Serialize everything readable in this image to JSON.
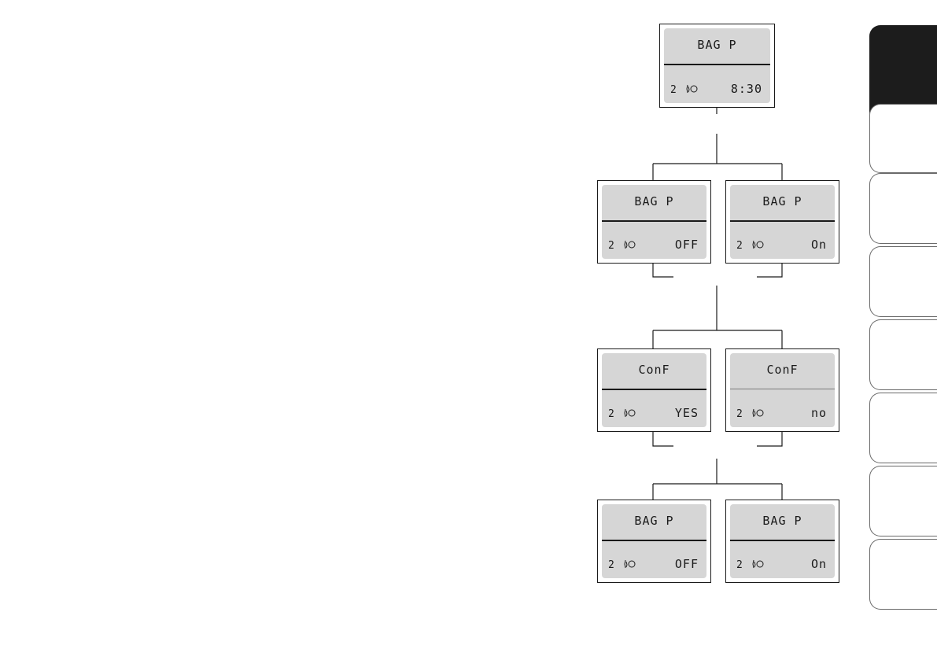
{
  "diagram": {
    "root": {
      "title": "BAG P",
      "seat": "2",
      "value": "8:30"
    },
    "level1": [
      {
        "title": "BAG P",
        "seat": "2",
        "value": "OFF"
      },
      {
        "title": "BAG P",
        "seat": "2",
        "value": "On"
      }
    ],
    "level2": [
      {
        "title": "ConF",
        "seat": "2",
        "value": "YES"
      },
      {
        "title": "ConF",
        "seat": "2",
        "value": "no"
      }
    ],
    "level3": [
      {
        "title": "BAG P",
        "seat": "2",
        "value": "OFF"
      },
      {
        "title": "BAG P",
        "seat": "2",
        "value": "On"
      }
    ]
  },
  "side_tabs": {
    "count": 8,
    "active_index": 0,
    "active_color": "#1c1c1c",
    "border_color": "#6a6a6a"
  }
}
